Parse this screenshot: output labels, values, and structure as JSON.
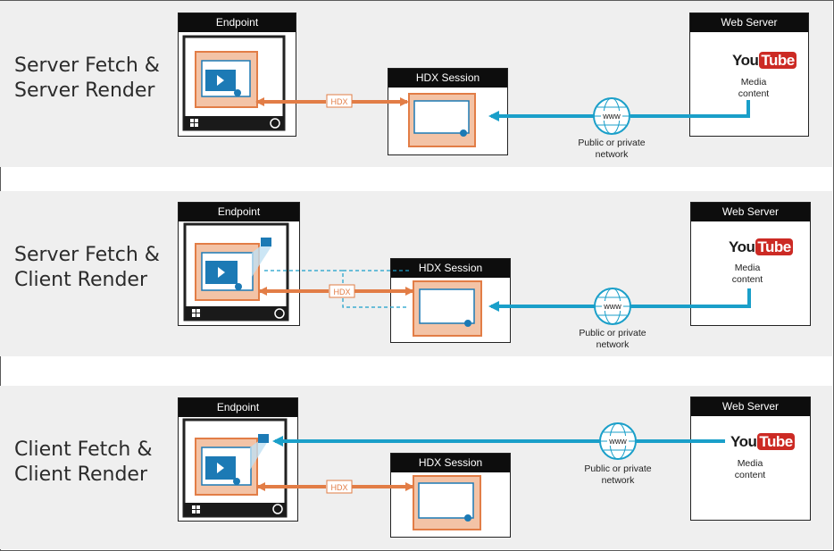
{
  "scenarios": [
    {
      "title": "Server Fetch &\nServer Render"
    },
    {
      "title": "Server Fetch &\nClient Render"
    },
    {
      "title": "Client Fetch &\nClient Render"
    }
  ],
  "labels": {
    "endpoint": "Endpoint",
    "hdx_session": "HDX Session",
    "web_server": "Web Server",
    "hdx_link": "HDX",
    "www": "www",
    "network": "Public or private\nnetwork",
    "media": "Media\ncontent",
    "yt_you": "You",
    "yt_tube": "Tube"
  },
  "colors": {
    "hdx_orange": "#e27d46",
    "network_blue": "#1a9fc9",
    "band_gray": "#efefef",
    "window_blue": "#1c7ab5",
    "youtube_red": "#cc2a24"
  },
  "icons": [
    "monitor-icon",
    "video-player-icon",
    "globe-www-icon",
    "windows-start-icon",
    "citrix-receiver-icon",
    "youtube-logo"
  ]
}
